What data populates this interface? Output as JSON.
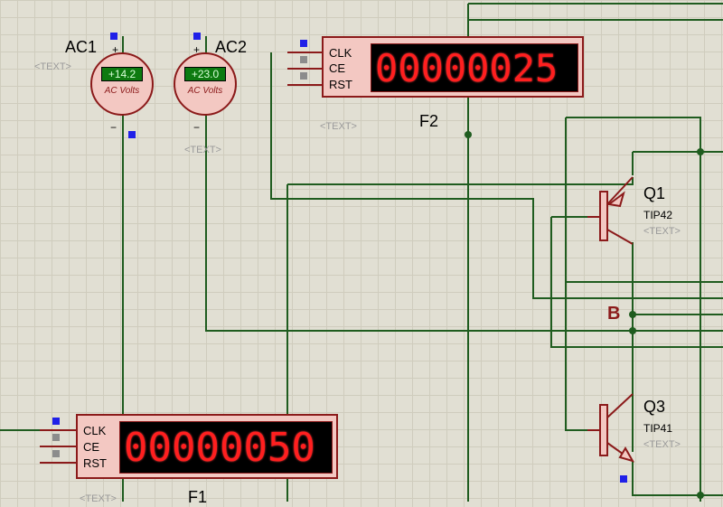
{
  "components": {
    "ac1": {
      "ref": "AC1",
      "reading": "+14.2",
      "unit": "AC Volts",
      "text_placeholder": "<TEXT>",
      "plus": "+",
      "minus": "−"
    },
    "ac2": {
      "ref": "AC2",
      "reading": "+23.0",
      "unit": "AC Volts",
      "text_placeholder": "<TEXT>",
      "plus": "+",
      "minus": "−"
    },
    "f2": {
      "ref": "F2",
      "pins": [
        "CLK",
        "CE",
        "RST"
      ],
      "display": "00000025",
      "text_placeholder": "<TEXT>"
    },
    "f1": {
      "ref": "F1",
      "pins": [
        "CLK",
        "CE",
        "RST"
      ],
      "display": "00000050",
      "text_placeholder": "<TEXT>"
    },
    "q1": {
      "ref": "Q1",
      "type": "TIP42",
      "text_placeholder": "<TEXT>"
    },
    "q3": {
      "ref": "Q3",
      "type": "TIP41",
      "text_placeholder": "<TEXT>"
    }
  },
  "net_label": "B",
  "colors": {
    "wire": "#1f5c1f",
    "component_outline": "#8b1a1a",
    "component_fill": "#f3c8c2",
    "grid": "#cfccbd",
    "background": "#e1dfd3",
    "pin_marker": "#2020e8",
    "led_digit": "#ff1f1f",
    "meter_display": "#0e7a10"
  }
}
